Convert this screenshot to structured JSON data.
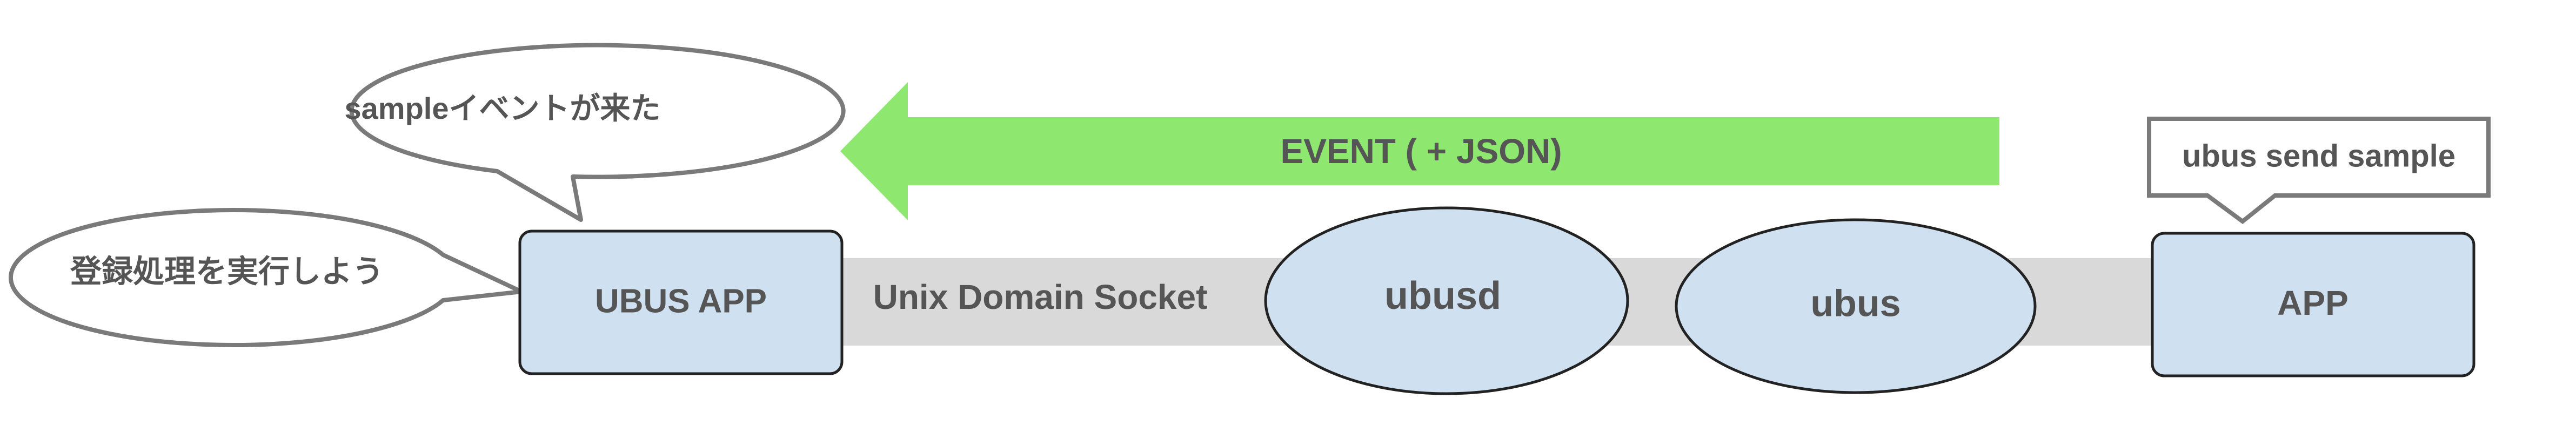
{
  "bubbles": {
    "event_arrived": "sampleイベントが来た",
    "register_process": "登録処理を実行しよう"
  },
  "arrow": {
    "label": "EVENT ( + JSON)"
  },
  "nodes": {
    "ubus_app": "UBUS APP",
    "socket": "Unix Domain Socket",
    "ubusd": "ubusd",
    "ubus": "ubus",
    "app": "APP"
  },
  "command": {
    "label": "ubus send sample"
  },
  "colors": {
    "node_fill": "#cfe0f1",
    "node_stroke": "#222222",
    "channel": "#d9d9d9",
    "arrow": "#8ee86f",
    "callout_stroke": "#7a7a7a",
    "text": "#555555"
  }
}
